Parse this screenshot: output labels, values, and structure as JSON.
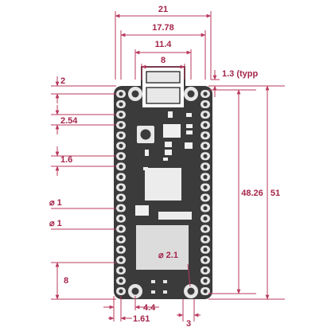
{
  "colors": {
    "dimension": "#b83a5e",
    "board": "#3b3b3b",
    "pin_pad": "#e6e6e6",
    "pin_hole": "#3b3b3b",
    "chip": "#ececec",
    "shield": "#dcdcdc",
    "component": "#f4f4f4",
    "background": "#ffffff"
  },
  "dimensions": {
    "overall_width": "21",
    "header_span": "17.78",
    "mount_hole_spacing": "11.4",
    "connector_width": "8",
    "mount_hole_offset": "1.3 (typp",
    "top_pin_offset": "2",
    "pin_pitch": "2.54",
    "board_thickness": "1.6",
    "pin_hole_dia_a": "⌀ 1",
    "pin_hole_dia_b": "⌀ 1",
    "mount_hole_dia": "⌀ 2.1",
    "bottom_offset": "8",
    "test_pad_offset": "4.4",
    "edge_offset": "1.61",
    "pad_width": "3",
    "pin_row_length": "48.26",
    "overall_length": "51"
  },
  "icons": {
    "mounting_hole": "mounting-hole-icon",
    "button": "bootsel-button-icon",
    "chip": "rp2040-chip-icon"
  }
}
